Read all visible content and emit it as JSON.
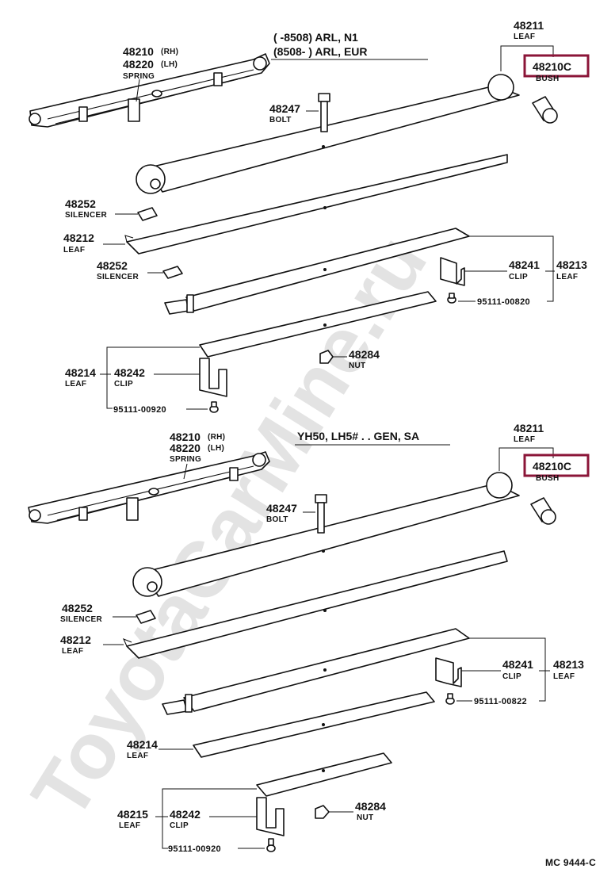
{
  "watermark": "ToyotaCarMine.ru",
  "top": {
    "header": {
      "line1": "(        -8508) ARL, N1",
      "line2": "(8508-        ) ARL, EUR"
    },
    "spring": {
      "num_rh": "48210",
      "sup_rh": "(RH)",
      "num_lh": "48220",
      "sup_lh": "(LH)",
      "label": "SPRING"
    },
    "leaf_48211": {
      "num": "48211",
      "label": "LEAF"
    },
    "bush": {
      "num": "48210C",
      "label": "BUSH"
    },
    "bolt": {
      "num": "48247",
      "label": "BOLT"
    },
    "silencer1": {
      "num": "48252",
      "label": "SILENCER"
    },
    "leaf_48212": {
      "num": "48212",
      "label": "LEAF"
    },
    "silencer2": {
      "num": "48252",
      "label": "SILENCER"
    },
    "clip_48241": {
      "num": "48241",
      "label": "CLIP"
    },
    "leaf_48213": {
      "num": "48213",
      "label": "LEAF"
    },
    "bolt_95111_00820": "95111-00820",
    "leaf_48214": {
      "num": "48214",
      "label": "LEAF"
    },
    "clip_48242": {
      "num": "48242",
      "label": "CLIP"
    },
    "nut": {
      "num": "48284",
      "label": "NUT"
    },
    "bolt_95111_00920": "95111-00920"
  },
  "bottom": {
    "header": "YH50, LH5# . . GEN, SA",
    "spring": {
      "num_rh": "48210",
      "sup_rh": "(RH)",
      "num_lh": "48220",
      "sup_lh": "(LH)",
      "label": "SPRING"
    },
    "leaf_48211": {
      "num": "48211",
      "label": "LEAF"
    },
    "bush": {
      "num": "48210C",
      "label": "BUSH"
    },
    "bolt": {
      "num": "48247",
      "label": "BOLT"
    },
    "silencer": {
      "num": "48252",
      "label": "SILENCER"
    },
    "leaf_48212": {
      "num": "48212",
      "label": "LEAF"
    },
    "clip_48241": {
      "num": "48241",
      "label": "CLIP"
    },
    "leaf_48213": {
      "num": "48213",
      "label": "LEAF"
    },
    "bolt_95111_00822": "95111-00822",
    "leaf_48214": {
      "num": "48214",
      "label": "LEAF"
    },
    "leaf_48215": {
      "num": "48215",
      "label": "LEAF"
    },
    "clip_48242": {
      "num": "48242",
      "label": "CLIP"
    },
    "nut": {
      "num": "48284",
      "label": "NUT"
    },
    "bolt_95111_00920": "95111-00920"
  },
  "footer_code": "MC  9444-C",
  "highlight_color": "#8b1538"
}
